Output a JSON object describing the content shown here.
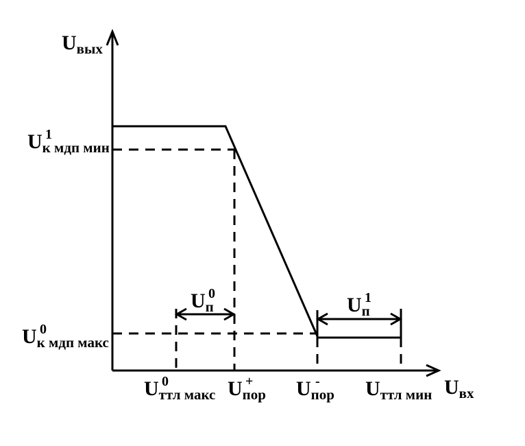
{
  "axes": {
    "y": {
      "main": "U",
      "sub": "вых"
    },
    "x": {
      "main": "U",
      "sub": "вх"
    }
  },
  "y_labels": [
    {
      "main": "U",
      "sup": "1",
      "sub": "к мдп мин"
    },
    {
      "main": "U",
      "sup": "0",
      "sub": "к мдп макс"
    }
  ],
  "x_labels": [
    {
      "main": "U",
      "sup": "0",
      "sub": "ттл макс"
    },
    {
      "main": "U",
      "sup": "+",
      "sub": "пор"
    },
    {
      "main": "U",
      "sup": "-",
      "sub": "пор"
    },
    {
      "main": "U",
      "sup": "",
      "sub": "ттл мин"
    }
  ],
  "margins": [
    {
      "main": "U",
      "sup": "0",
      "sub": "п"
    },
    {
      "main": "U",
      "sup": "1",
      "sub": "п"
    }
  ]
}
